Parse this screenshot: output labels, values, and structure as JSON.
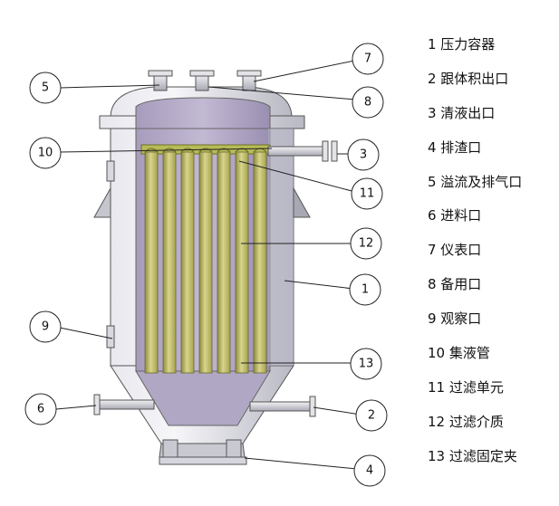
{
  "legend": [
    "1 压力容器",
    "2 跟体积出口",
    "3 清液出口",
    "4 排渣口",
    "5 溢流及排气口",
    "6 进料口",
    "7 仪表口",
    "8 备用口",
    "9 观察口",
    "10 集液管",
    "11 过滤单元",
    "12 过滤介质",
    "13 过滤固定夹"
  ],
  "callouts": [
    "1",
    "2",
    "3",
    "4",
    "5",
    "6",
    "7",
    "8",
    "9",
    "10",
    "11",
    "12",
    "13"
  ],
  "colors": {
    "vessel": "#cfcfd6",
    "interior": "#b4abc6",
    "filter": "#c9c77a",
    "header_pipe": "#b7bb55",
    "line": "#333333"
  }
}
